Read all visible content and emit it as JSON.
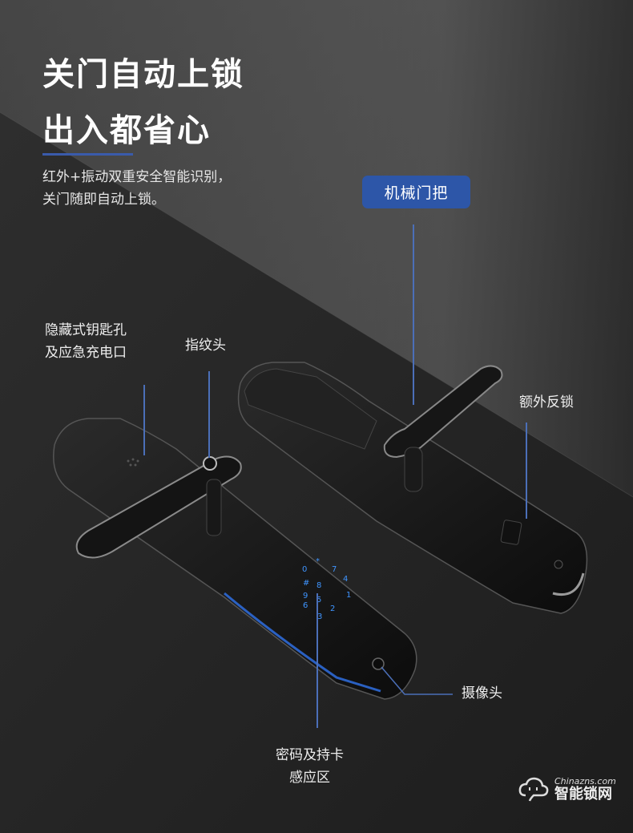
{
  "headline": {
    "line1": "关门自动上锁",
    "line2": "出入都省心"
  },
  "subtitle": {
    "line1": "红外+振动双重安全智能识别，",
    "line2": "关门随即自动上锁。"
  },
  "callouts": {
    "mechanical_handle": "机械门把",
    "hidden_keyhole_line1": "隐藏式钥匙孔",
    "hidden_keyhole_line2": "及应急充电口",
    "fingerprint": "指纹头",
    "extra_deadlock": "额外反锁",
    "camera": "摄像头",
    "keypad_line1": "密码及持卡",
    "keypad_line2": "感应区"
  },
  "keypad": {
    "keys": [
      "1",
      "2",
      "3",
      "4",
      "5",
      "6",
      "7",
      "8",
      "9",
      "0",
      "*",
      "#"
    ],
    "glow_color": "#2f8cff"
  },
  "colors": {
    "accent_blue": "#2d56a8",
    "leader_line": "#4b6fb8",
    "background_dark": "#202020"
  },
  "watermark": {
    "site": "Chinazns.com",
    "name": "智能锁网"
  }
}
